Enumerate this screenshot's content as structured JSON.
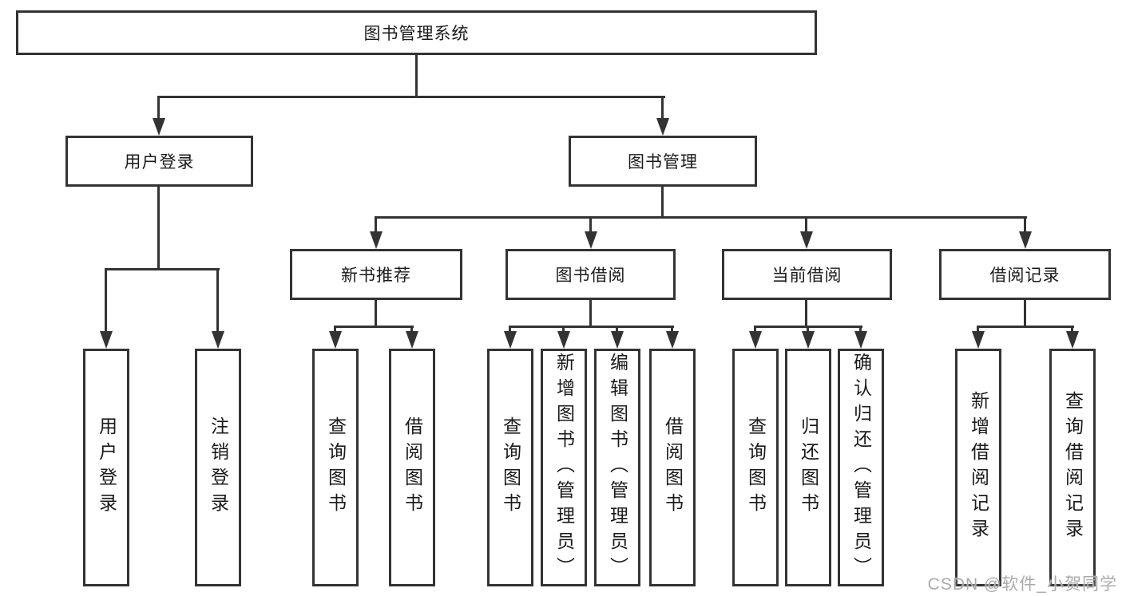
{
  "tree": {
    "root": {
      "label": "图书管理系统",
      "children": [
        {
          "label": "用户登录",
          "children": [
            {
              "label": "用户登录"
            },
            {
              "label": "注销登录"
            }
          ]
        },
        {
          "label": "图书管理",
          "children": [
            {
              "label": "新书推荐",
              "children": [
                {
                  "label": "查询图书"
                },
                {
                  "label": "借阅图书"
                }
              ]
            },
            {
              "label": "图书借阅",
              "children": [
                {
                  "label": "查询图书"
                },
                {
                  "label": "新增图书（管理员）"
                },
                {
                  "label": "编辑图书（管理员）"
                },
                {
                  "label": "借阅图书"
                }
              ]
            },
            {
              "label": "当前借阅",
              "children": [
                {
                  "label": "查询图书"
                },
                {
                  "label": "归还图书"
                },
                {
                  "label": "确认归还（管理员）"
                }
              ]
            },
            {
              "label": "借阅记录",
              "children": [
                {
                  "label": "新增借阅记录"
                },
                {
                  "label": "查询借阅记录"
                }
              ]
            }
          ]
        }
      ]
    }
  },
  "watermark": {
    "text": "CSDN @软件_小贺同学"
  },
  "colors": {
    "line": "#333333",
    "box_border": "#333333",
    "background": "#ffffff",
    "text": "#1a1a1a",
    "watermark": "#ababab"
  }
}
